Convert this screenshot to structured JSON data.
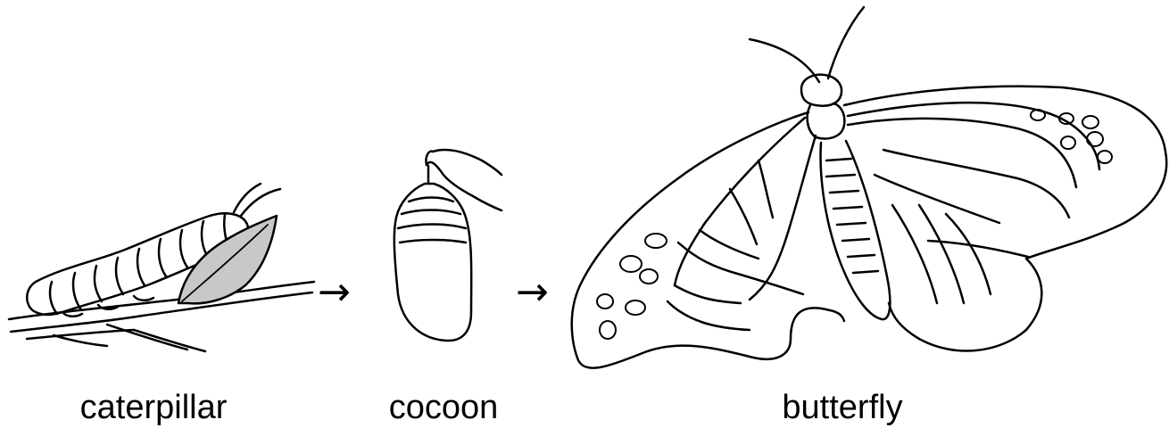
{
  "stages": [
    {
      "label": "caterpillar",
      "icon": "caterpillar-on-branch"
    },
    {
      "label": "cocoon",
      "icon": "hanging-chrysalis"
    },
    {
      "label": "butterfly",
      "icon": "butterfly"
    }
  ],
  "arrows": [
    "→",
    "→"
  ],
  "colors": {
    "line": "#000000",
    "leaf_fill": "#c8c8c8",
    "background": "#ffffff"
  }
}
